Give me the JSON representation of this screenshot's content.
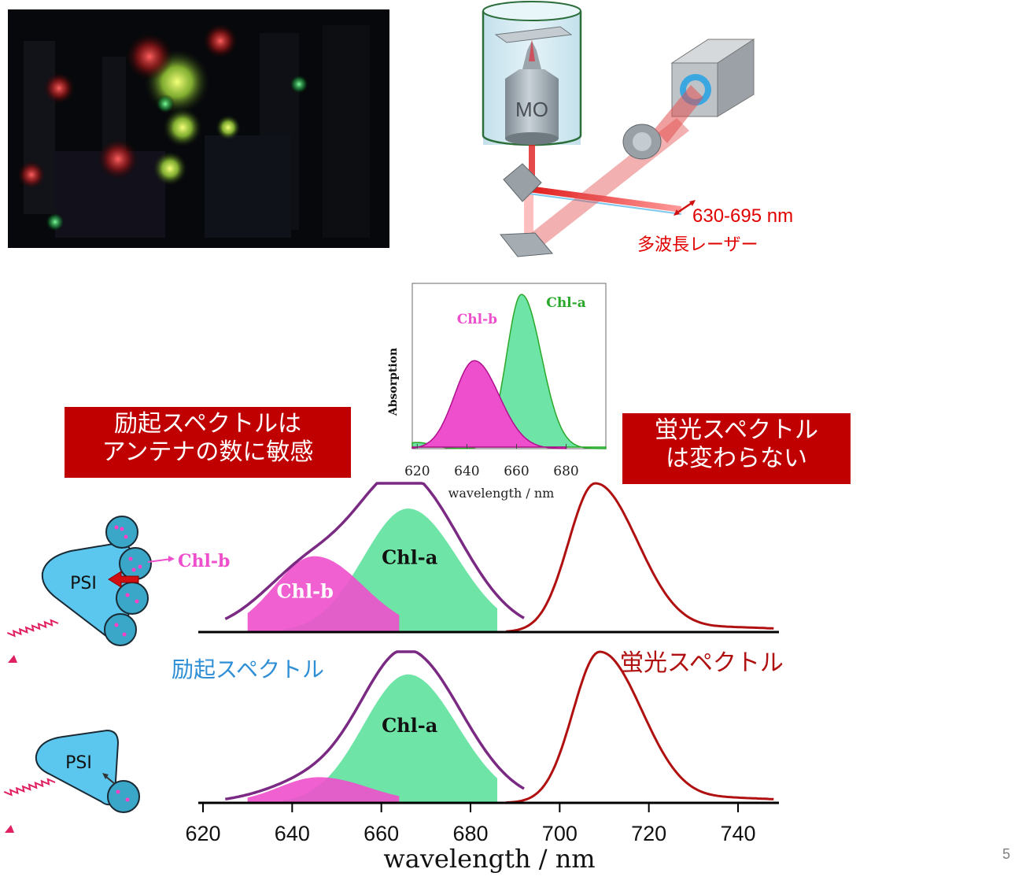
{
  "setup": {
    "mo_label": "MO",
    "laser_range": "630-695 nm",
    "laser_name": "多波長レーザー"
  },
  "notes": {
    "excitation_sensitive": [
      "励起スペクトルは",
      "アンテナの数に敏感"
    ],
    "fluorescence_unchanged": [
      "蛍光スペクトル",
      "は変わらない"
    ]
  },
  "labels": {
    "excitation_spectrum": "励起スペクトル",
    "fluorescence_spectrum": "蛍光スペクトル",
    "psi": "PSI",
    "chl_b": "Chl-b",
    "chl_a": "Chl-a",
    "absorption": "Absorption",
    "inset_xlabel": "wavelength / nm",
    "main_xlabel": "wavelength / nm",
    "page_number": "5"
  },
  "colors": {
    "chl_a_fill": "#6ee4a6",
    "chl_b_fill": "#ee4fcc",
    "excitation_line": "#7a2a82",
    "fluorescence_line": "#b01010",
    "note_box": "#c00000",
    "label_blue": "#2e8fd6",
    "antenna_blue": "#5bc7ee"
  },
  "chart_data": [
    {
      "type": "area",
      "xlabel": "wavelength / nm",
      "ylabel": "Absorption",
      "xlim": [
        618,
        696
      ],
      "xticks": [
        620,
        640,
        660,
        680
      ],
      "series": [
        {
          "name": "Chl-b",
          "peak_x": 643,
          "peak_y": 0.57,
          "color": "#ee4fcc"
        },
        {
          "name": "Chl-a",
          "peak_x": 662,
          "peak_y": 1.0,
          "color": "#6ee4a6"
        }
      ]
    },
    {
      "type": "line",
      "xlabel": "wavelength / nm",
      "xlim": [
        618,
        752
      ],
      "xticks": [
        620,
        640,
        660,
        680,
        700,
        720,
        740
      ],
      "panels": [
        {
          "name": "top",
          "series": [
            {
              "name": "Chl-b",
              "peak_x": 645,
              "peak_y": 0.51
            },
            {
              "name": "Chl-a",
              "peak_x": 666,
              "peak_y": 0.83
            },
            {
              "name": "励起スペクトル",
              "peak_x": 666,
              "peak_y": 1.0
            },
            {
              "name": "蛍光スペクトル",
              "peak_x": 708,
              "peak_y": 1.0
            }
          ]
        },
        {
          "name": "bottom",
          "series": [
            {
              "name": "Chl-b",
              "peak_x": 646,
              "peak_y": 0.17
            },
            {
              "name": "Chl-a",
              "peak_x": 666,
              "peak_y": 0.85
            },
            {
              "name": "励起スペクトル",
              "peak_x": 666,
              "peak_y": 1.0
            },
            {
              "name": "蛍光スペクトル",
              "peak_x": 709,
              "peak_y": 1.0
            }
          ]
        }
      ]
    }
  ]
}
